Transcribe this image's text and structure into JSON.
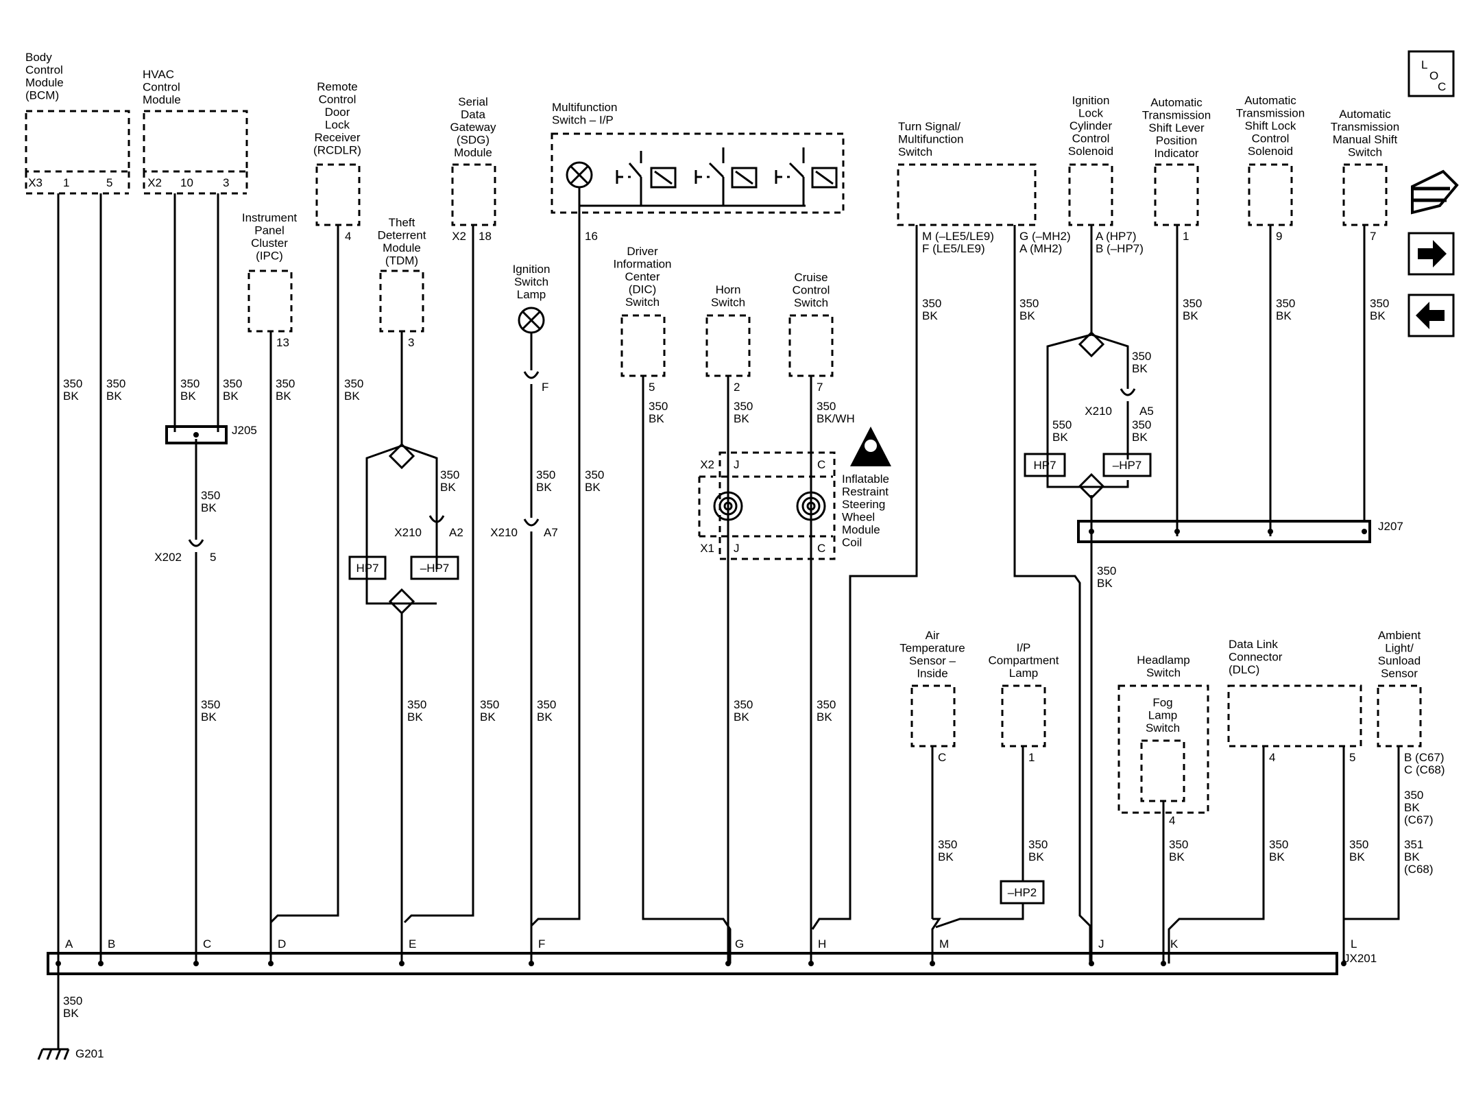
{
  "components": [
    {
      "id": "bcm",
      "lines": [
        "Body",
        "Control",
        "Module",
        "(BCM)"
      ]
    },
    {
      "id": "hvac",
      "lines": [
        "HVAC",
        "Control",
        "Module"
      ]
    },
    {
      "id": "rcdlr",
      "lines": [
        "Remote",
        "Control",
        "Door",
        "Lock",
        "Receiver",
        "(RCDLR)"
      ]
    },
    {
      "id": "sdg",
      "lines": [
        "Serial",
        "Data",
        "Gateway",
        "(SDG)",
        "Module"
      ]
    },
    {
      "id": "mfs",
      "lines": [
        "Multifunction",
        "Switch – I/P"
      ]
    },
    {
      "id": "turn",
      "lines": [
        "Turn Signal/",
        "Multifunction",
        "Switch"
      ]
    },
    {
      "id": "ilc",
      "lines": [
        "Ignition",
        "Lock",
        "Cylinder",
        "Control",
        "Solenoid"
      ]
    },
    {
      "id": "atslp",
      "lines": [
        "Automatic",
        "Transmission",
        "Shift Lever",
        "Position",
        "Indicator"
      ]
    },
    {
      "id": "atslc",
      "lines": [
        "Automatic",
        "Transmission",
        "Shift Lock",
        "Control",
        "Solenoid"
      ]
    },
    {
      "id": "atms",
      "lines": [
        "Automatic",
        "Transmission",
        "Manual Shift",
        "Switch"
      ]
    },
    {
      "id": "ipc",
      "lines": [
        "Instrument",
        "Panel",
        "Cluster",
        "(IPC)"
      ]
    },
    {
      "id": "tdm",
      "lines": [
        "Theft",
        "Deterrent",
        "Module",
        "(TDM)"
      ]
    },
    {
      "id": "isl",
      "lines": [
        "Ignition",
        "Switch",
        "Lamp"
      ]
    },
    {
      "id": "dic",
      "lines": [
        "Driver",
        "Information",
        "Center",
        "(DIC)",
        "Switch"
      ]
    },
    {
      "id": "horn",
      "lines": [
        "Horn",
        "Switch"
      ]
    },
    {
      "id": "cruise",
      "lines": [
        "Cruise",
        "Control",
        "Switch"
      ]
    },
    {
      "id": "coil",
      "lines": [
        "Inflatable",
        "Restraint",
        "Steering",
        "Wheel",
        "Module",
        "Coil"
      ]
    },
    {
      "id": "air",
      "lines": [
        "Air",
        "Temperature",
        "Sensor –",
        "Inside"
      ]
    },
    {
      "id": "ipcomp",
      "lines": [
        "I/P",
        "Compartment",
        "Lamp"
      ]
    },
    {
      "id": "headlamp",
      "lines": [
        "Headlamp",
        "Switch"
      ]
    },
    {
      "id": "foglamp",
      "lines": [
        "Fog",
        "Lamp",
        "Switch"
      ]
    },
    {
      "id": "dlc",
      "lines": [
        "Data Link",
        "Connector",
        "(DLC)"
      ]
    },
    {
      "id": "ambient",
      "lines": [
        "Ambient",
        "Light/",
        "Sunload",
        "Sensor"
      ]
    }
  ],
  "pins": {
    "bcm_x": "X3",
    "bcm_1": "1",
    "bcm_5": "5",
    "hvac_x": "X2",
    "hvac_10": "10",
    "hvac_3": "3",
    "rcdlr": "4",
    "sdg_x": "X2",
    "sdg": "18",
    "mfs": "16",
    "turn_a": "M (–LE5/LE9)",
    "turn_b": "F (LE5/LE9)",
    "turn_c": "G (–MH2)",
    "turn_d": "A (MH2)",
    "ilc_a": "A (HP7)",
    "ilc_b": "B (–HP7)",
    "atslp": "1",
    "atslc": "9",
    "atms": "7",
    "ipc": "13",
    "tdm": "3",
    "isl": "F",
    "dic": "5",
    "horn": "2",
    "cruise": "7",
    "air": "C",
    "ipcomp": "1",
    "foglamp": "4",
    "dlc_4": "4",
    "dlc_5": "5",
    "amb_a": "B (C67)",
    "amb_b": "C (C68)",
    "coil_x2": "X2",
    "coil_x1": "X1",
    "coil_j": "J",
    "coil_c": "C",
    "tdm_conn": "X210",
    "tdm_conn_pin": "A2",
    "isl_conn": "X210",
    "isl_conn_pin": "A7",
    "ilc_conn": "X210",
    "ilc_conn_pin": "A5",
    "hvac_conn": "X202",
    "hvac_conn_pin": "5"
  },
  "splices": {
    "j205": "J205",
    "j207": "J207",
    "jx201": "JX201"
  },
  "ground": "G201",
  "bus_pins": [
    "A",
    "B",
    "C",
    "D",
    "E",
    "F",
    "G",
    "H",
    "M",
    "J",
    "K",
    "L"
  ],
  "wires": {
    "w350": "350",
    "w351": "351",
    "w550": "550",
    "bk": "BK",
    "bkwh": "BK/WH",
    "c67": "(C67)",
    "c68": "(C68)"
  },
  "options": {
    "hp7": "HP7",
    "nhp7": "–HP7",
    "nhp2": "–HP2"
  },
  "nav": {
    "loc_l": "L",
    "loc_o": "O",
    "loc_c": "C"
  }
}
